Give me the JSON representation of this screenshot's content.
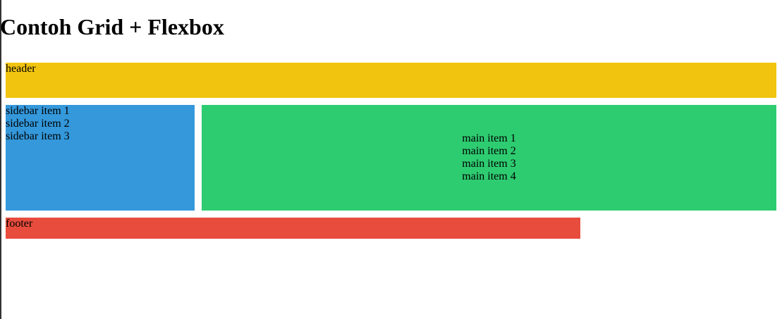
{
  "page": {
    "title": "Contoh Grid + Flexbox"
  },
  "header": {
    "label": "header"
  },
  "sidebar": {
    "items": [
      "sidebar item 1",
      "sidebar item 2",
      "sidebar item 3"
    ]
  },
  "main": {
    "items": [
      "main item 1",
      "main item 2",
      "main item 3",
      "main item 4"
    ]
  },
  "footer": {
    "label": "footer"
  },
  "colors": {
    "header": "#f1c40f",
    "sidebar": "#3498db",
    "main": "#2ecc71",
    "footer": "#e74c3c"
  }
}
